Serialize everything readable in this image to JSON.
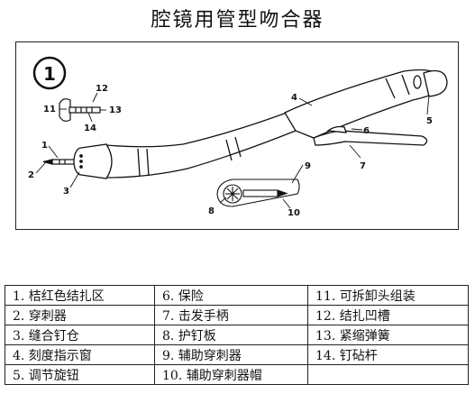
{
  "title": "腔镜用管型吻合器",
  "figure": {
    "panel_number": "1",
    "callouts": [
      "1",
      "2",
      "3",
      "4",
      "5",
      "6",
      "7",
      "8",
      "9",
      "10",
      "11",
      "12",
      "13",
      "14"
    ]
  },
  "legend": {
    "rows": [
      [
        "1. 桔红色结扎区",
        "6. 保险",
        "11. 可拆卸头组装"
      ],
      [
        "2. 穿刺器",
        "7. 击发手柄",
        "12. 结扎凹槽"
      ],
      [
        "3. 缝合钉仓",
        "8. 护钉板",
        "13. 紧缩弹簧"
      ],
      [
        "4. 刻度指示窗",
        "9. 辅助穿刺器",
        "14. 钉砧杆"
      ],
      [
        "5. 调节旋钮",
        "10. 辅助穿刺器帽",
        ""
      ]
    ]
  }
}
